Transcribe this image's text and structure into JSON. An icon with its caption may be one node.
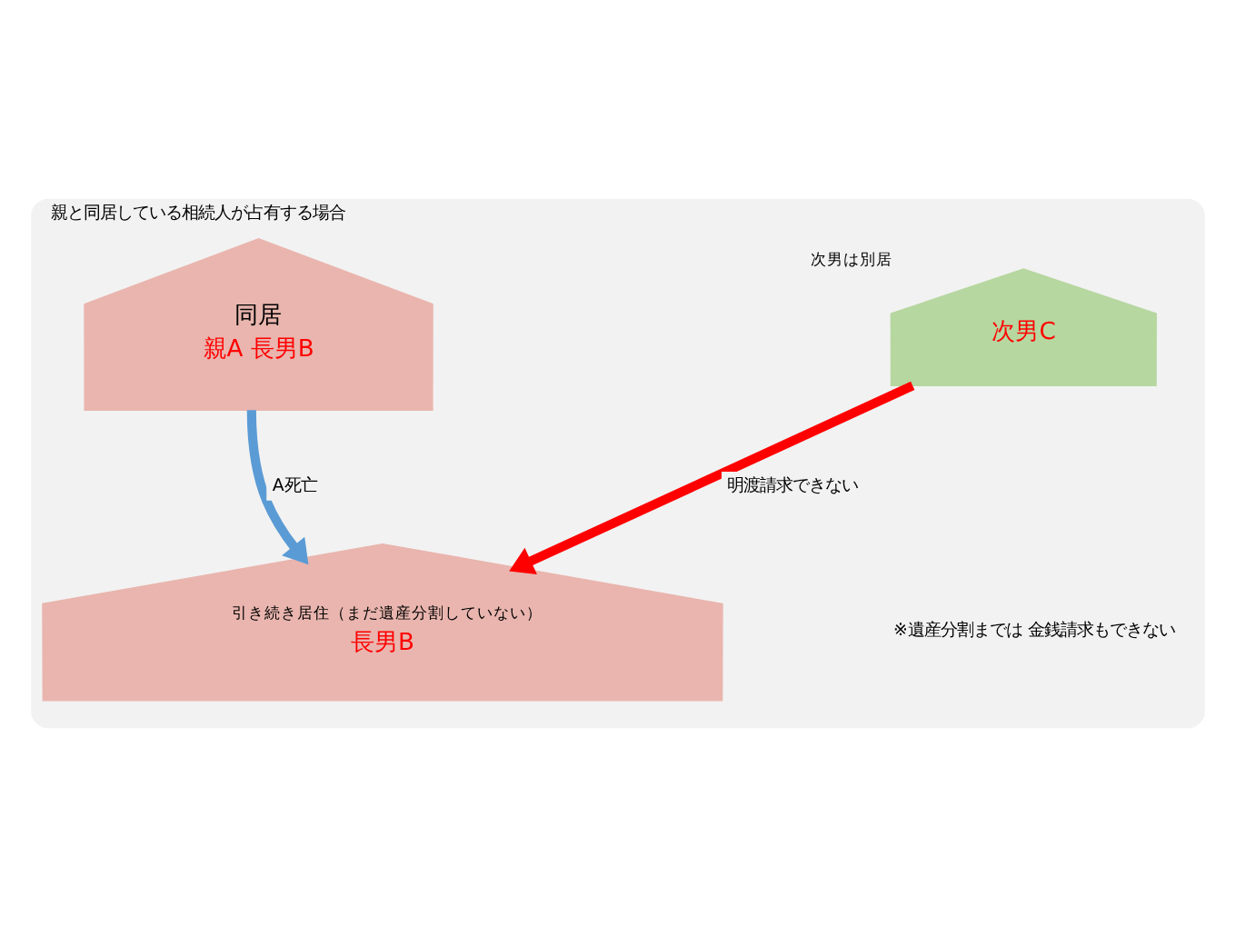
{
  "diagram": {
    "nodes": [
      {
        "text": [
          "親と同居している相続人が占有する場合"
        ]
      },
      {
        "text": [
          "同居",
          "親A 長男B"
        ],
        "in": 0
      },
      {
        "text": [
          "次男C"
        ],
        "in": 0,
        "beside": [
          "次男は別居"
        ]
      },
      {
        "text": [
          "引き続き居住（まだ遺産分割していない）",
          "長男B"
        ],
        "in": 0
      }
    ],
    "edges": [
      {
        "from": 1,
        "to": 3,
        "arrow": "to",
        "label": "A死亡",
        "color": "#5b9bd5"
      },
      {
        "from": 2,
        "to": 3,
        "arrow": "to",
        "label": "明渡請求できない",
        "color": "#ff0000"
      }
    ],
    "labels": [
      "※遺産分割までは 金銭請求もできない"
    ]
  }
}
